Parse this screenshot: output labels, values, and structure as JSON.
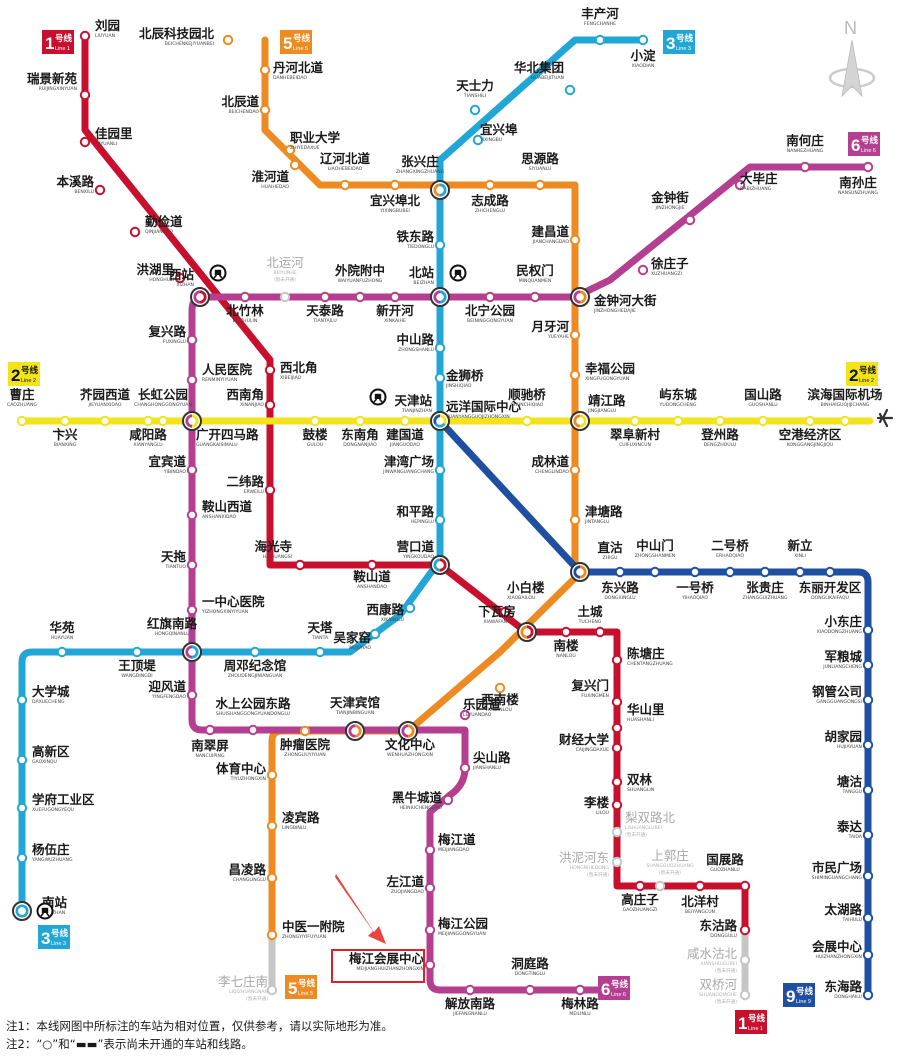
{
  "lines": [
    {
      "id": "line1",
      "color": "#c8102e",
      "badge": {
        "num": "1",
        "cn": "号线",
        "en": "Line 1"
      }
    },
    {
      "id": "line2",
      "color": "#f2e31a",
      "badge": {
        "num": "2",
        "cn": "号线",
        "en": "Line 2"
      }
    },
    {
      "id": "line3",
      "color": "#22a6d6",
      "badge": {
        "num": "3",
        "cn": "号线",
        "en": "Line 3"
      }
    },
    {
      "id": "line5",
      "color": "#ee8a22",
      "badge": {
        "num": "5",
        "cn": "号线",
        "en": "Line 5"
      }
    },
    {
      "id": "line6",
      "color": "#b43e8f",
      "badge": {
        "num": "6",
        "cn": "号线",
        "en": "Line 6"
      }
    },
    {
      "id": "line9",
      "color": "#1e4fa0",
      "badge": {
        "num": "9",
        "cn": "号线",
        "en": "Line 9"
      }
    }
  ],
  "plan_color": "#c6c6c6",
  "stations": [
    {
      "cn": "刘园",
      "py": "LIUYUAN"
    },
    {
      "cn": "瑞景新苑",
      "py": "RUIJINGXINYUAN"
    },
    {
      "cn": "佳园里",
      "py": "JIAYUANLI"
    },
    {
      "cn": "本溪路",
      "py": "BENXILU"
    },
    {
      "cn": "勤俭道",
      "py": "QINJIANDAO"
    },
    {
      "cn": "洪湖里",
      "py": "HONGHULI"
    },
    {
      "cn": "西站",
      "py": "XIZHAN"
    },
    {
      "cn": "西北角",
      "py": "XIBEIJIAO"
    },
    {
      "cn": "西南角",
      "py": "XINANJIAO"
    },
    {
      "cn": "二纬路",
      "py": "ERWEILU"
    },
    {
      "cn": "海光寺",
      "py": "HAIGUANGSI"
    },
    {
      "cn": "鞍山道",
      "py": "ANSHANDAO"
    },
    {
      "cn": "营口道",
      "py": "YINGKOUDAO"
    },
    {
      "cn": "小白楼",
      "py": "XIAOBAILOU"
    },
    {
      "cn": "下瓦房",
      "py": "XIAWAFANG"
    },
    {
      "cn": "南楼",
      "py": "NANLOU"
    },
    {
      "cn": "土城",
      "py": "TUCHENG"
    },
    {
      "cn": "陈塘庄",
      "py": "CHENTANGZHUANG"
    },
    {
      "cn": "复兴门",
      "py": "FUXINGMEN"
    },
    {
      "cn": "华山里",
      "py": "HUASHANLI"
    },
    {
      "cn": "财经大学",
      "py": "CAIJINGDAXUE"
    },
    {
      "cn": "双林",
      "py": "SHUANGLIN"
    },
    {
      "cn": "李楼",
      "py": "LILOU"
    },
    {
      "cn": "梨双路北",
      "py": "LISHUANGLUBEI",
      "plan": true
    },
    {
      "cn": "洪泥河东",
      "py": "HONGNIHEDONG",
      "plan": true
    },
    {
      "cn": "上郭庄",
      "py": "SHANGGUOZHUANG",
      "plan": true
    },
    {
      "cn": "高庄子",
      "py": "GAOZHUANGZI"
    },
    {
      "cn": "北洋村",
      "py": "BEIYANGCUN"
    },
    {
      "cn": "国展路",
      "py": "GUOZHANLU"
    },
    {
      "cn": "东沽路",
      "py": "DONGGULU"
    },
    {
      "cn": "咸水沽北",
      "py": "XIANSHUIGUBEI",
      "plan": true
    },
    {
      "cn": "双桥河",
      "py": "SHUANGQIAOHE",
      "plan": true
    },
    {
      "cn": "曹庄",
      "py": "CAOZHUANG"
    },
    {
      "cn": "卞兴",
      "py": "BIANXING"
    },
    {
      "cn": "芥园西道",
      "py": "JIEYUANXIDAO"
    },
    {
      "cn": "咸阳路",
      "py": "XIANYANGLU"
    },
    {
      "cn": "长虹公园",
      "py": "CHANGHONGGONGYUAN"
    },
    {
      "cn": "广开四马路",
      "py": "GUANGKAISIMALU"
    },
    {
      "cn": "鼓楼",
      "py": "GULOU"
    },
    {
      "cn": "东南角",
      "py": "DONGNANJIAO"
    },
    {
      "cn": "建国道",
      "py": "JIANGUODAO"
    },
    {
      "cn": "天津站",
      "py": "TIANJINZHAN"
    },
    {
      "cn": "远洋国际中心",
      "py": "YUANYANGGUOJIZHONGXIN"
    },
    {
      "cn": "顺驰桥",
      "py": "SHUNCHIQIAO"
    },
    {
      "cn": "靖江路",
      "py": "JINGJIANGLU"
    },
    {
      "cn": "翠阜新村",
      "py": "CUIFUXINCUN"
    },
    {
      "cn": "屿东城",
      "py": "YUDONGCHENG"
    },
    {
      "cn": "登州路",
      "py": "DENGZHOULU"
    },
    {
      "cn": "国山路",
      "py": "GUOSHANLU"
    },
    {
      "cn": "空港经济区",
      "py": "KONGGANGJINGJIQU"
    },
    {
      "cn": "滨海国际机场",
      "py": "BINHAIGUOJIJICHANG"
    },
    {
      "cn": "丰产河",
      "py": "FENGCHANHE"
    },
    {
      "cn": "小淀",
      "py": "XIAODIAN"
    },
    {
      "cn": "华北集团",
      "py": "HUABEIJITUAN"
    },
    {
      "cn": "天士力",
      "py": "TIANSHILI"
    },
    {
      "cn": "宜兴埠",
      "py": "YIXINGBU"
    },
    {
      "cn": "张兴庄",
      "py": "ZHANGXINGZHUANG"
    },
    {
      "cn": "铁东路",
      "py": "TIEDONGLU"
    },
    {
      "cn": "北站",
      "py": "BEIZHAN"
    },
    {
      "cn": "中山路",
      "py": "ZHONGSHANLU"
    },
    {
      "cn": "金狮桥",
      "py": "JINSHIQIAO"
    },
    {
      "cn": "津湾广场",
      "py": "JINWANGUANGCHANG"
    },
    {
      "cn": "和平路",
      "py": "HEPINGLU"
    },
    {
      "cn": "西康路",
      "py": "XIKANGLU"
    },
    {
      "cn": "吴家窑",
      "py": "WUJIAYAO"
    },
    {
      "cn": "天塔",
      "py": "TIANTA"
    },
    {
      "cn": "周邓纪念馆",
      "py": "ZHOUDENGJINIANGUAN"
    },
    {
      "cn": "红旗南路",
      "py": "HONGQINANLU"
    },
    {
      "cn": "王顶堤",
      "py": "WANGDINGDI"
    },
    {
      "cn": "华苑",
      "py": "HUAYUAN"
    },
    {
      "cn": "大学城",
      "py": "DAXUECHENG"
    },
    {
      "cn": "高新区",
      "py": "GAOXINQU"
    },
    {
      "cn": "学府工业区",
      "py": "XUEFUGONGYEQU"
    },
    {
      "cn": "杨伍庄",
      "py": "YANGWUZHUANG"
    },
    {
      "cn": "南站",
      "py": "NANZHAN"
    },
    {
      "cn": "北辰科技园北",
      "py": "BEICHENKEJIYUANBEI"
    },
    {
      "cn": "丹河北道",
      "py": "DANHEBEIDAO"
    },
    {
      "cn": "北辰道",
      "py": "BEICHENDAO"
    },
    {
      "cn": "职业大学",
      "py": "ZHIYEDAXUE"
    },
    {
      "cn": "淮河道",
      "py": "HUAIHEDAO"
    },
    {
      "cn": "辽河北道",
      "py": "LIAOHEBEIDAO"
    },
    {
      "cn": "宜兴埠北",
      "py": "YIXINGBUBEI"
    },
    {
      "cn": "思源路",
      "py": "SIYUANLU"
    },
    {
      "cn": "志成路",
      "py": "ZHICHENGLU"
    },
    {
      "cn": "建昌道",
      "py": "JIANCHANGDAO"
    },
    {
      "cn": "金钟河大街",
      "py": "JINZHONGHEDAJIE"
    },
    {
      "cn": "月牙河",
      "py": "YUEYAHE"
    },
    {
      "cn": "幸福公园",
      "py": "XINGFUGONGYUAN"
    },
    {
      "cn": "成林道",
      "py": "CHENGLINDAO"
    },
    {
      "cn": "津塘路",
      "py": "JINTANGLU"
    },
    {
      "cn": "直沽",
      "py": "ZHIGU"
    },
    {
      "cn": "西南楼",
      "py": "XINANLOU"
    },
    {
      "cn": "文化中心",
      "py": "WENHUAZHONGXIN"
    },
    {
      "cn": "天津宾馆",
      "py": "TIANJINBINGUAN"
    },
    {
      "cn": "肿瘤医院",
      "py": "ZHONGLIUYIYUAN"
    },
    {
      "cn": "体育中心",
      "py": "TIYUZHONGXIN"
    },
    {
      "cn": "凌宾路",
      "py": "LINGBINLU"
    },
    {
      "cn": "昌凌路",
      "py": "CHANGLINGLU"
    },
    {
      "cn": "中医一附院",
      "py": "ZHONGYIYIFUYUAN"
    },
    {
      "cn": "李七庄南",
      "py": "LIQIZHUANGNAN",
      "plan": true
    },
    {
      "cn": "南何庄",
      "py": "NANHEZHUANG"
    },
    {
      "cn": "南孙庄",
      "py": "NANSUNZHUANG"
    },
    {
      "cn": "大毕庄",
      "py": "DABIZHUANG"
    },
    {
      "cn": "金钟街",
      "py": "JINZHONGJIE"
    },
    {
      "cn": "徐庄子",
      "py": "XUZHUANGZI"
    },
    {
      "cn": "民权门",
      "py": "MINQUANMEN"
    },
    {
      "cn": "北宁公园",
      "py": "BEININGGONGYUAN"
    },
    {
      "cn": "新开河",
      "py": "XINKAIHE"
    },
    {
      "cn": "外院附中",
      "py": "WAIYUANFUZHONG"
    },
    {
      "cn": "天泰路",
      "py": "TIANTAILU"
    },
    {
      "cn": "北竹林",
      "py": "BEIZHULIN"
    },
    {
      "cn": "北运河",
      "py": "BEIYUNHE",
      "plan": true
    },
    {
      "cn": "复兴路",
      "py": "FUXINGLU"
    },
    {
      "cn": "人民医院",
      "py": "RENMINYIYUAN"
    },
    {
      "cn": "宜宾道",
      "py": "YIBINDAO"
    },
    {
      "cn": "鞍山西道",
      "py": "ANSHANXIDAO"
    },
    {
      "cn": "天拖",
      "py": "TIANTUO"
    },
    {
      "cn": "一中心医院",
      "py": "YIZHONGXINYIYUAN"
    },
    {
      "cn": "迎风道",
      "py": "YINGFENGDAO"
    },
    {
      "cn": "水上公园东路",
      "py": "SHUISHANGGONGYUANDONGLU"
    },
    {
      "cn": "南翠屏",
      "py": "NANCUIPING"
    },
    {
      "cn": "乐园道",
      "py": "LEYUANDAO"
    },
    {
      "cn": "尖山路",
      "py": "JIANSHANLU"
    },
    {
      "cn": "黑牛城道",
      "py": "HEINIUCHENGDAO"
    },
    {
      "cn": "梅江道",
      "py": "MEIJIANGDAO"
    },
    {
      "cn": "左江道",
      "py": "ZUOJIANGDAO"
    },
    {
      "cn": "梅江公园",
      "py": "MEIJIANGGONGYUAN"
    },
    {
      "cn": "梅江会展中心",
      "py": "MEIJIANGHUIZHANZHONGXIN"
    },
    {
      "cn": "解放南路",
      "py": "JIEFANGNANLU"
    },
    {
      "cn": "洞庭路",
      "py": "DONGTINGLU"
    },
    {
      "cn": "梅林路",
      "py": "MEILINLU"
    },
    {
      "cn": "中山门",
      "py": "ZHONGSHANMEN"
    },
    {
      "cn": "二号桥",
      "py": "ERHAOQIAO"
    },
    {
      "cn": "新立",
      "py": "XINLI"
    },
    {
      "cn": "东兴路",
      "py": "DONGXINGLU"
    },
    {
      "cn": "一号桥",
      "py": "YIHAOQIAO"
    },
    {
      "cn": "张贵庄",
      "py": "ZHANGGUIZHUANG"
    },
    {
      "cn": "东丽开发区",
      "py": "DONGLIKAIFAQU"
    },
    {
      "cn": "小东庄",
      "py": "XIAODONGZHUANG"
    },
    {
      "cn": "军粮城",
      "py": "JUNLIANGCHENG"
    },
    {
      "cn": "钢管公司",
      "py": "GANGGUANGONGSI"
    },
    {
      "cn": "胡家园",
      "py": "HUJIAYUAN"
    },
    {
      "cn": "塘沽",
      "py": "TANGGU"
    },
    {
      "cn": "泰达",
      "py": "TAIDA"
    },
    {
      "cn": "市民广场",
      "py": "SHIMINGUANGCHANG"
    },
    {
      "cn": "太湖路",
      "py": "TAIHULU"
    },
    {
      "cn": "会展中心",
      "py": "HUIZHANZHONGXIN"
    },
    {
      "cn": "东海路",
      "py": "DONGHAILU"
    }
  ],
  "plan_label": "(暂未开通)",
  "compass": {
    "letter": "N"
  },
  "notes": [
    "注1：本线网图中所标注的车站为相对位置，仅供参考，请以实际地形为准。",
    "注2：“○”和“▬▬”表示尚未开通的车站和线路。"
  ],
  "highlight_station": "梅江会展中心"
}
